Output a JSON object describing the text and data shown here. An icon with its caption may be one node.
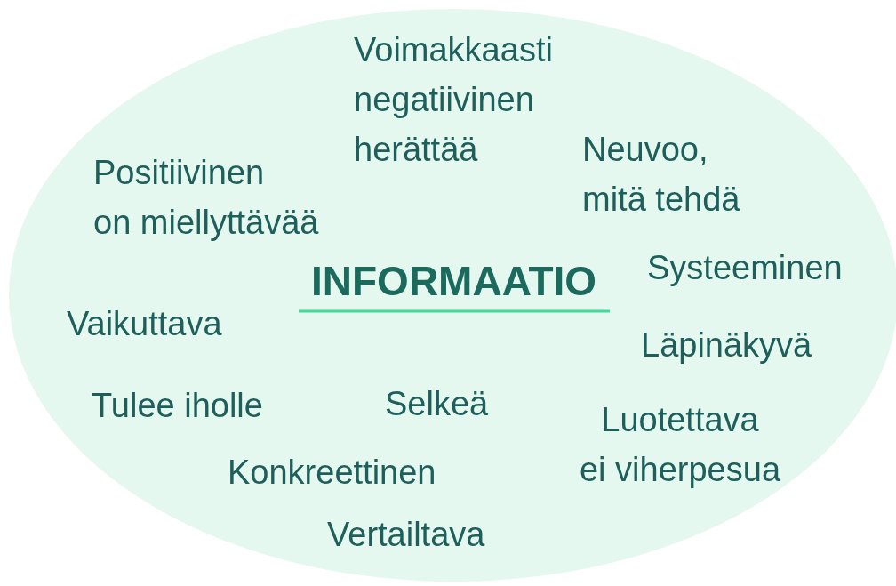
{
  "diagram": {
    "nodes": [
      {
        "text": [
          "Voimakkaasti negatiivinen herättää",
          "Positiivinen on miellyttävää",
          "Neuvoo, mitä tehdä",
          "INFORMAATIO",
          "Systeeminen",
          "Vaikuttava",
          "Läpinäkyvä",
          "Tulee iholle",
          "Selkeä",
          "Konkreettinen",
          "Luotettava ei viherpesua",
          "Vertailtava"
        ]
      }
    ]
  }
}
